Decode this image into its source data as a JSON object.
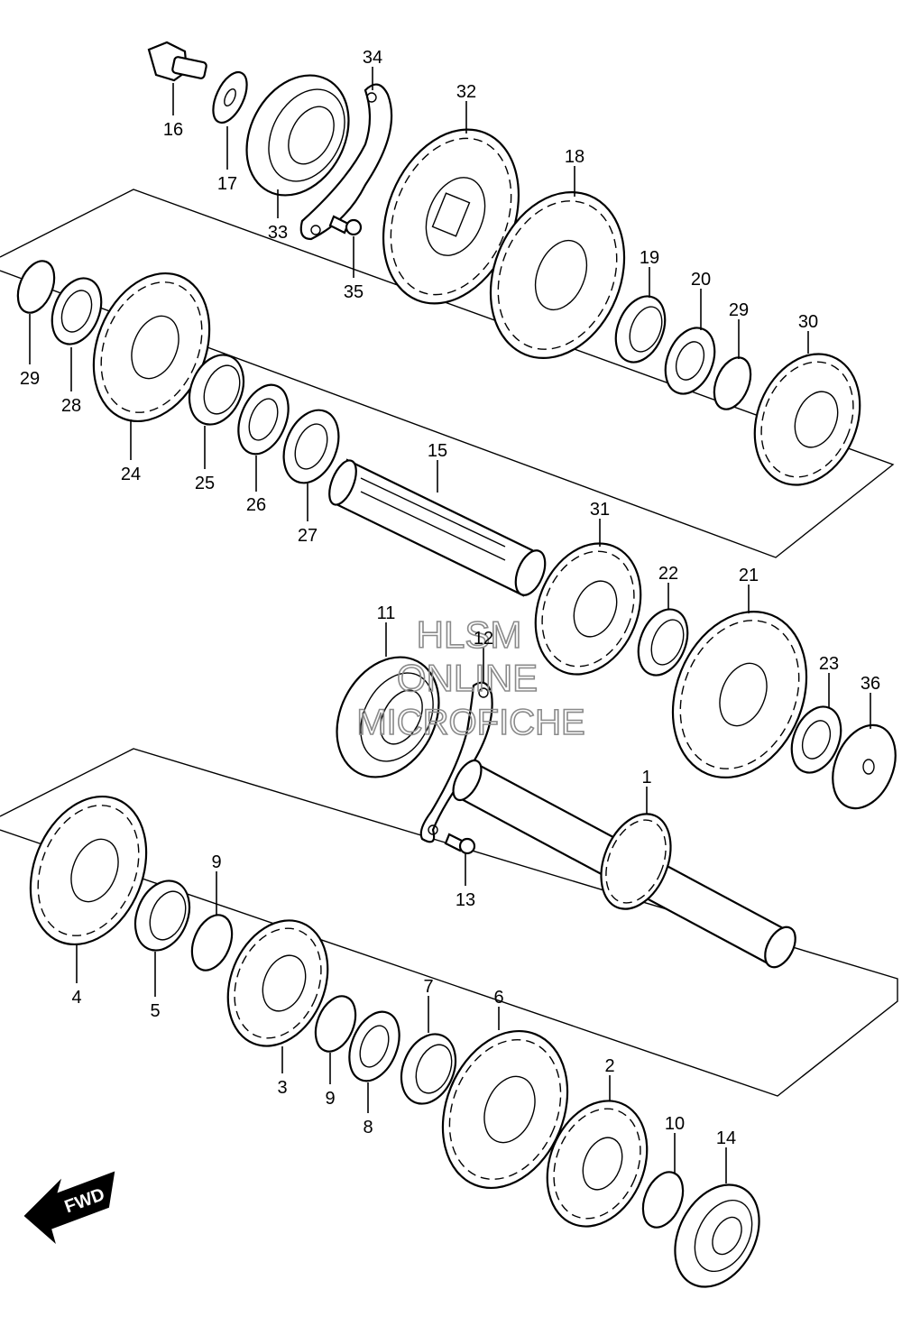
{
  "diagram": {
    "watermark": {
      "line1": "HLSM",
      "line2": "ONLINE",
      "line3": "MICROFICHE"
    },
    "fwd_label": "FWD",
    "callouts": [
      {
        "id": "16",
        "label": "16"
      },
      {
        "id": "17",
        "label": "17"
      },
      {
        "id": "33",
        "label": "33"
      },
      {
        "id": "34",
        "label": "34"
      },
      {
        "id": "35",
        "label": "35"
      },
      {
        "id": "32",
        "label": "32"
      },
      {
        "id": "18",
        "label": "18"
      },
      {
        "id": "19",
        "label": "19"
      },
      {
        "id": "20",
        "label": "20"
      },
      {
        "id": "29a",
        "label": "29"
      },
      {
        "id": "30",
        "label": "30"
      },
      {
        "id": "29b",
        "label": "29"
      },
      {
        "id": "28",
        "label": "28"
      },
      {
        "id": "24",
        "label": "24"
      },
      {
        "id": "25",
        "label": "25"
      },
      {
        "id": "26",
        "label": "26"
      },
      {
        "id": "27",
        "label": "27"
      },
      {
        "id": "15",
        "label": "15"
      },
      {
        "id": "31",
        "label": "31"
      },
      {
        "id": "22",
        "label": "22"
      },
      {
        "id": "21",
        "label": "21"
      },
      {
        "id": "23",
        "label": "23"
      },
      {
        "id": "36",
        "label": "36"
      },
      {
        "id": "11",
        "label": "11"
      },
      {
        "id": "12",
        "label": "12"
      },
      {
        "id": "13",
        "label": "13"
      },
      {
        "id": "1",
        "label": "1"
      },
      {
        "id": "4",
        "label": "4"
      },
      {
        "id": "5",
        "label": "5"
      },
      {
        "id": "9a",
        "label": "9"
      },
      {
        "id": "3",
        "label": "3"
      },
      {
        "id": "9b",
        "label": "9"
      },
      {
        "id": "8",
        "label": "8"
      },
      {
        "id": "7",
        "label": "7"
      },
      {
        "id": "6",
        "label": "6"
      },
      {
        "id": "2",
        "label": "2"
      },
      {
        "id": "10",
        "label": "10"
      },
      {
        "id": "14",
        "label": "14"
      }
    ]
  }
}
